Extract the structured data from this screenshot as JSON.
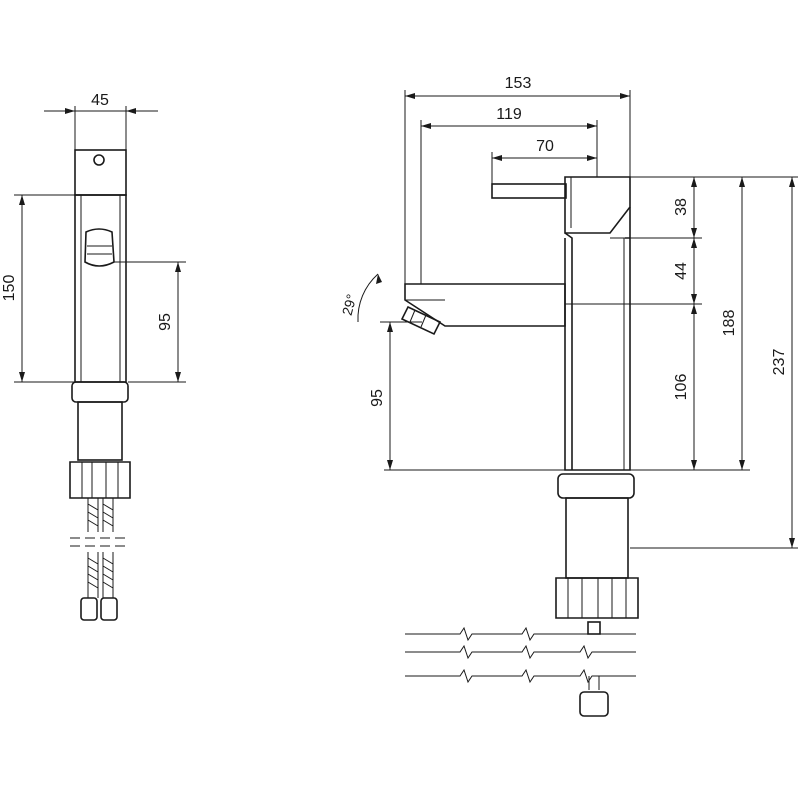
{
  "side_view": {
    "width_label": "45",
    "height_label": "150",
    "outlet_height_label": "95"
  },
  "front_view": {
    "total_reach_label": "153",
    "spout_reach_label": "119",
    "lever_reach_label": "70",
    "head_label": "38",
    "mid_label": "44",
    "lower_label": "106",
    "body_height_label": "188",
    "total_height_label": "237",
    "outlet_height_label": "95",
    "angle_label": "29°"
  }
}
